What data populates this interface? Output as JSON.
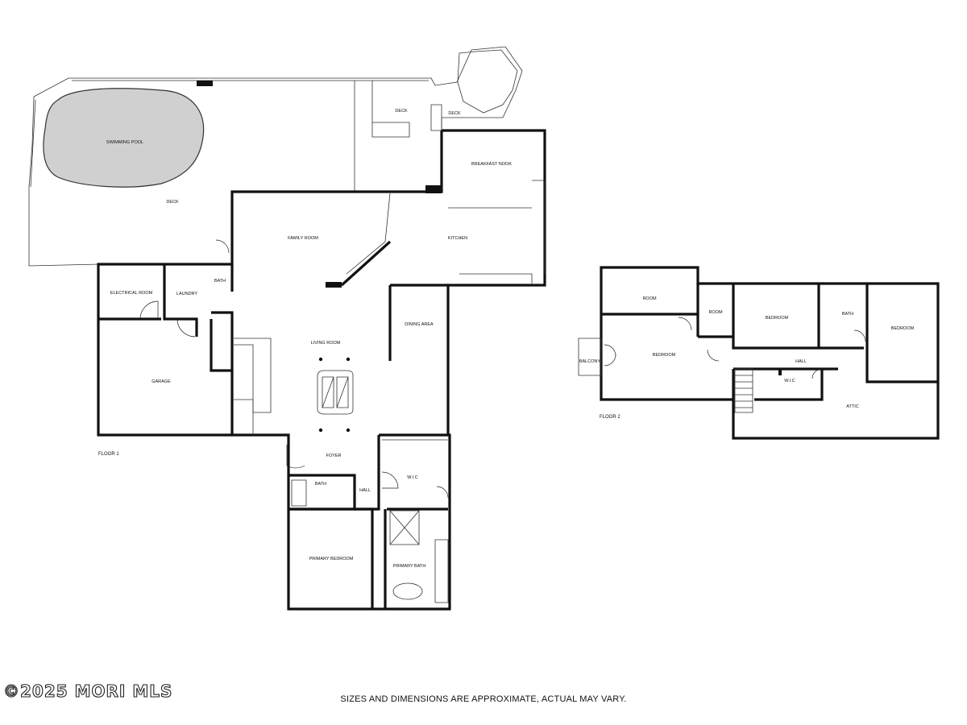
{
  "floors": [
    {
      "label": "FLOOR 1",
      "rooms": {
        "swimming_pool": "SWIMMING POOL",
        "deck_main": "DECK",
        "deck_upper": "DECK",
        "deck_small": "DECK",
        "breakfast_nook": "BREAKFAST NOOK",
        "family_room": "FAMILY ROOM",
        "kitchen": "KITCHEN",
        "electrical_room": "ELECTRICAL ROOM",
        "laundry": "LAUNDRY",
        "bath_laundry": "BATH",
        "living_room": "LIVING ROOM",
        "dining_area": "DINING AREA",
        "garage": "GARAGE",
        "foyer": "FOYER",
        "wic": "W.I.C",
        "bath_hall": "BATH",
        "hall": "HALL",
        "primary_bedroom": "PRIMARY BEDROOM",
        "primary_bath": "PRIMARY BATH"
      }
    },
    {
      "label": "FLOOR 2",
      "rooms": {
        "room_a": "ROOM",
        "room_b": "ROOM",
        "bedroom_a": "BEDROOM",
        "bath": "BATH",
        "bedroom_b": "BEDROOM",
        "balcony": "BALCONY",
        "bedroom_c": "BEDROOM",
        "hall": "HALL",
        "wic": "W.I.C",
        "attic": "ATTIC"
      }
    }
  ],
  "disclaimer": "SIZES AND DIMENSIONS ARE APPROXIMATE, ACTUAL MAY VARY.",
  "watermark": "©2025 MORI MLS"
}
